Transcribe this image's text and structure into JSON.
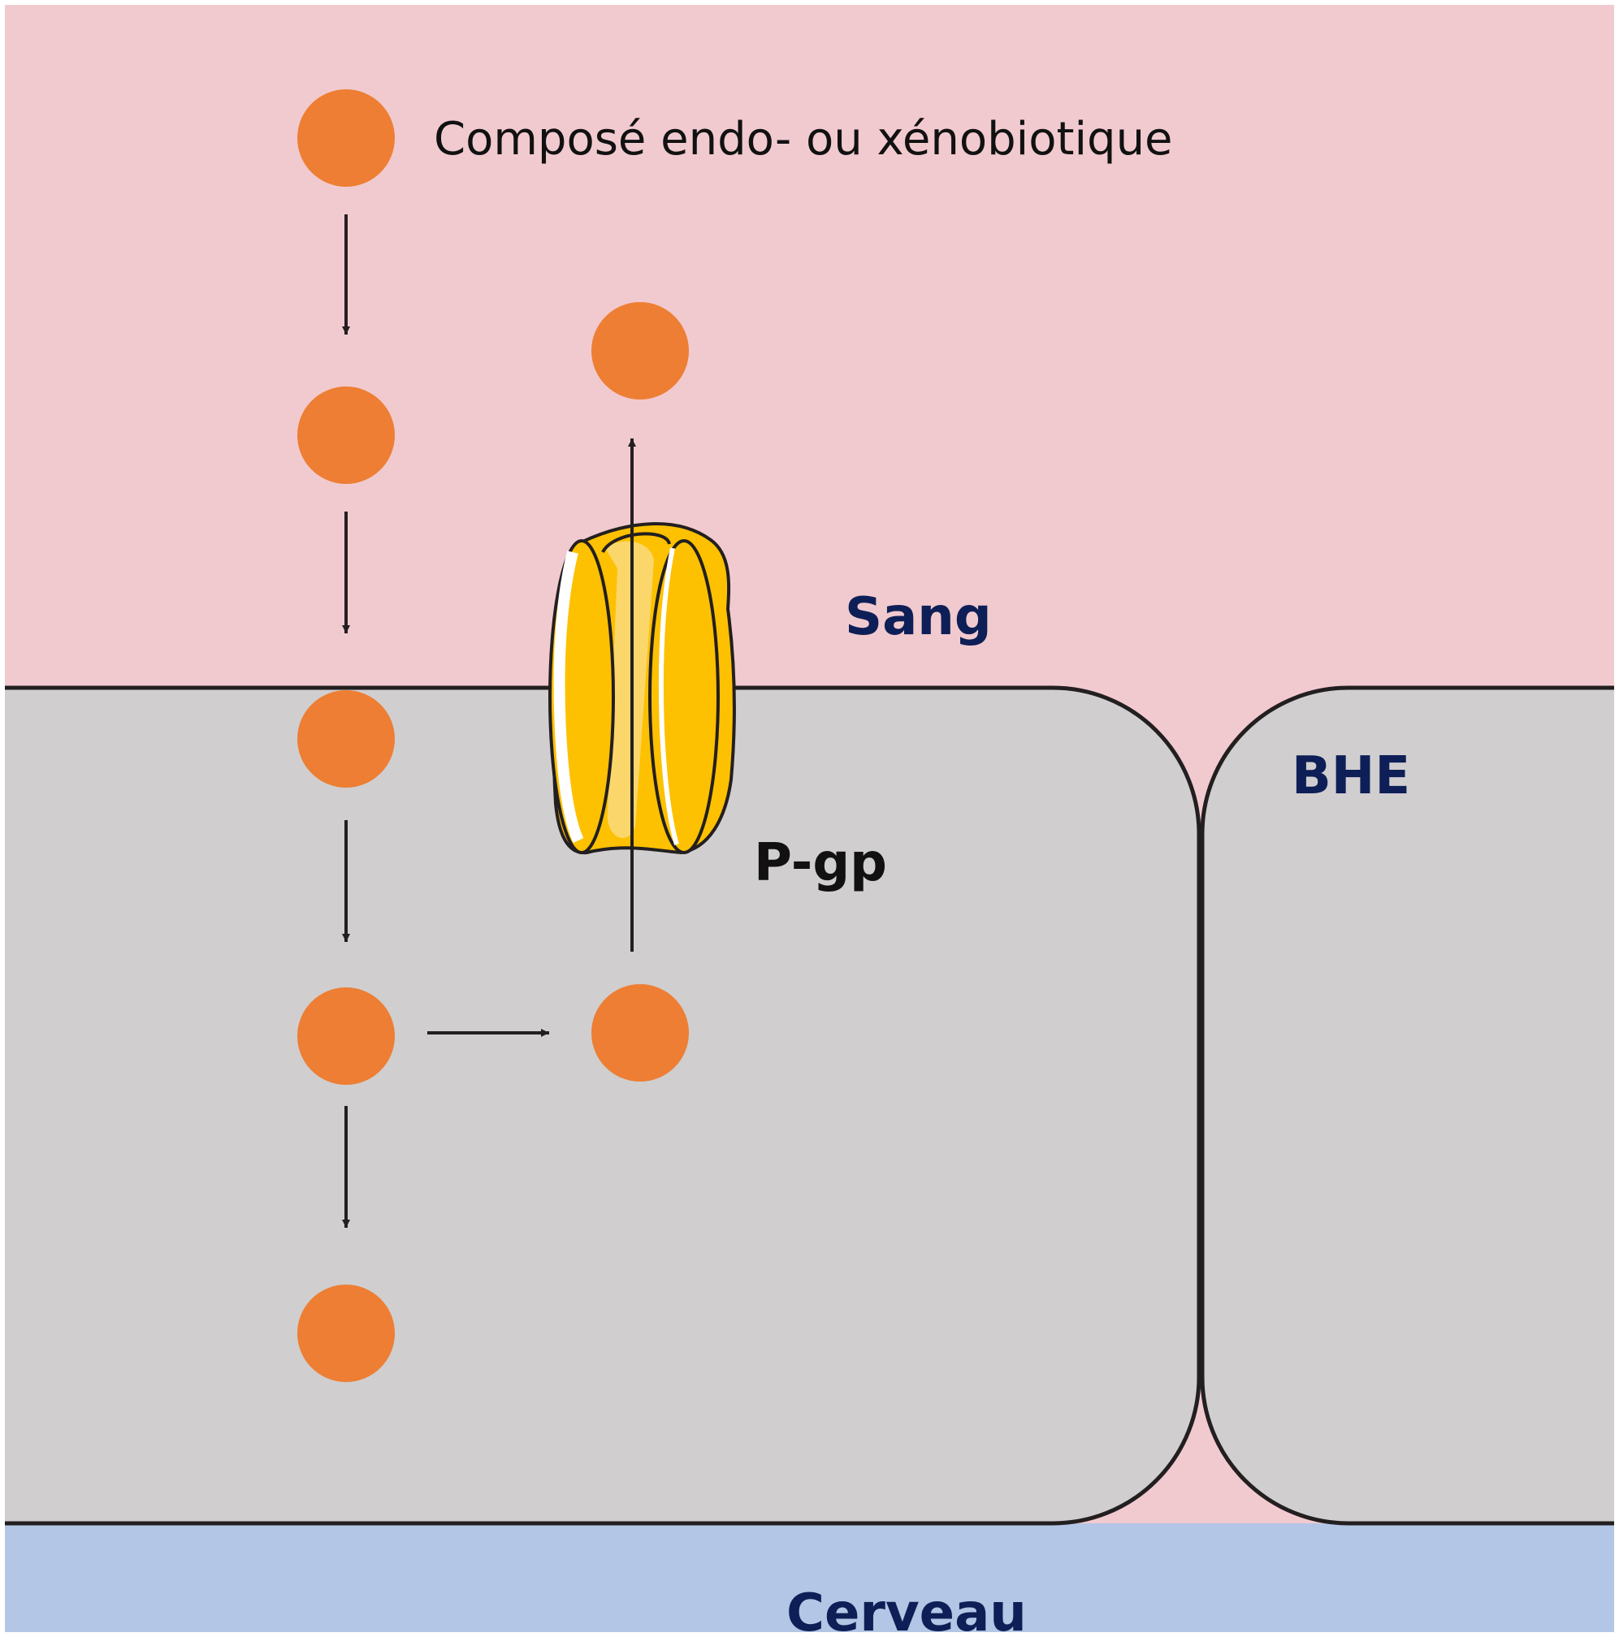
{
  "labels": {
    "compound": "Composé endo- ou xénobiotique",
    "blood": "Sang",
    "bbb": "BHE",
    "pgp": "P-gp",
    "brain": "Cerveau"
  },
  "colors": {
    "blood": "#f1cacf",
    "cell": "#d0cecf",
    "brain": "#b3c6e5",
    "molecule": "#ed7e33",
    "transporter": "#fdc101",
    "transporter_light": "#fbd66b",
    "label_blue": "#0e1f57",
    "line": "#231f20"
  },
  "icons": {
    "molecule": "molecule-dot-icon",
    "transporter": "pgp-transporter-icon"
  }
}
